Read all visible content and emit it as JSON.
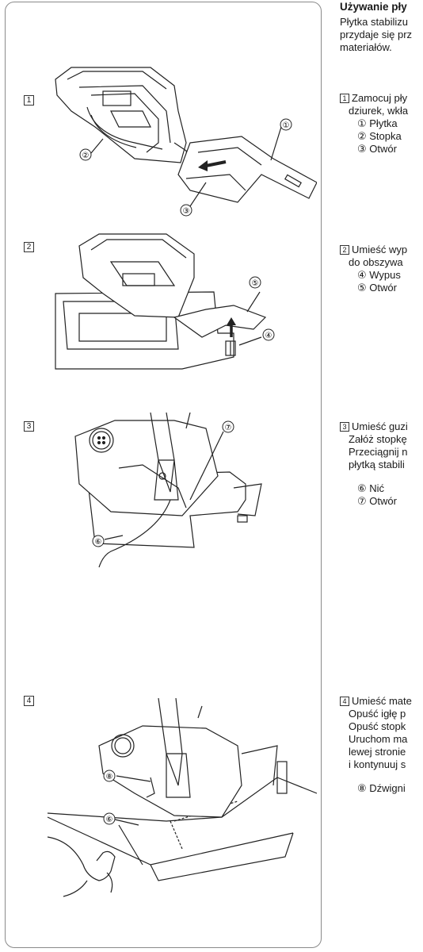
{
  "title": "Używanie pły",
  "intro": [
    "Płytka stabilizu",
    "przydaje się prz",
    "materiałów."
  ],
  "steps": [
    {
      "num": "1",
      "lines": [
        "Zamocuj pły",
        "dziurek, wkła"
      ],
      "items": [
        "① Płytka",
        "② Stopka",
        "③ Otwór"
      ],
      "callouts": [
        "①",
        "②",
        "③"
      ]
    },
    {
      "num": "2",
      "lines": [
        "Umieść wyp",
        "do obszywa"
      ],
      "items": [
        "④ Wypus",
        "⑤ Otwór"
      ],
      "callouts": [
        "④",
        "⑤"
      ]
    },
    {
      "num": "3",
      "lines": [
        "Umieść guzi",
        "Załóż stopkę",
        "Przeciągnij n",
        "płytką stabili"
      ],
      "items": [
        "⑥ Nić",
        "⑦ Otwór"
      ],
      "callouts": [
        "⑥",
        "⑦"
      ]
    },
    {
      "num": "4",
      "lines": [
        "Umieść mate",
        "Opuść igłę p",
        "Opuść stopk",
        "Uruchom ma",
        "lewej stronie",
        "i kontynuuj s"
      ],
      "items": [
        "⑧ Dźwigni"
      ],
      "callouts": [
        "⑧",
        "⑥"
      ]
    }
  ]
}
